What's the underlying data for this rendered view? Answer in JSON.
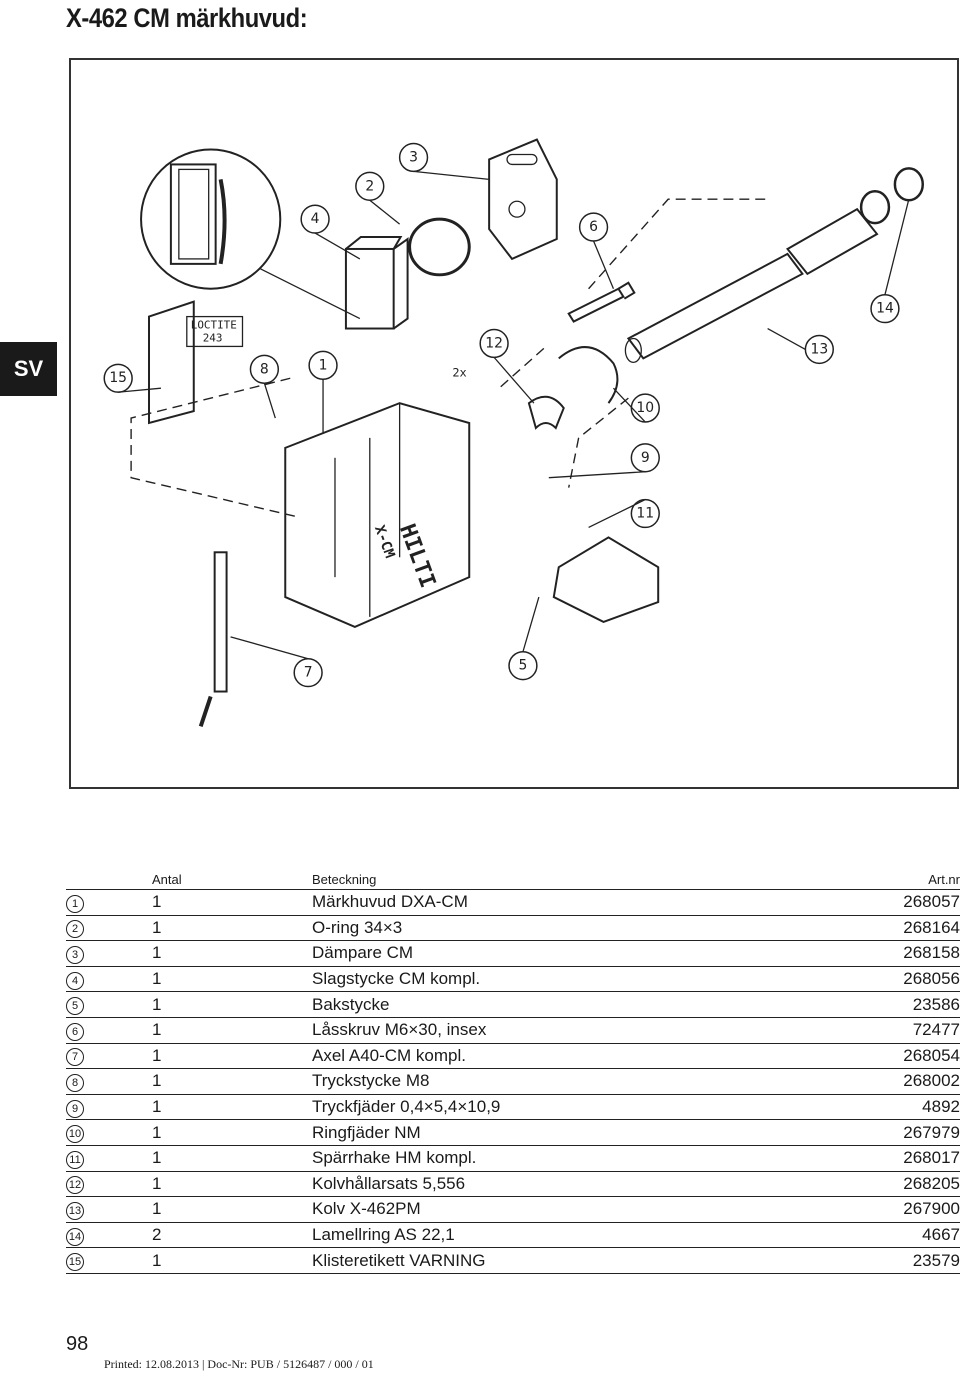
{
  "page": {
    "title": "X-462 CM märkhuvud:",
    "language_tab": "SV",
    "page_number": "98",
    "printed": "Printed: 12.08.2013 | Doc-Nr: PUB / 5126487 / 000 / 01"
  },
  "figure": {
    "loctite_label_line1": "LOCTITE",
    "loctite_label_line2": "243",
    "multiplier_label": "2x",
    "logo_text": "HILTI",
    "model_text": "X-CM",
    "callouts": [
      "1",
      "2",
      "3",
      "4",
      "5",
      "6",
      "7",
      "8",
      "9",
      "10",
      "11",
      "12",
      "13",
      "14",
      "15"
    ]
  },
  "parts_table": {
    "headers": {
      "qty": "Antal",
      "desc": "Beteckning",
      "art": "Art.nr"
    },
    "rows": [
      {
        "num": "1",
        "qty": "1",
        "desc": "Märkhuvud DXA-CM",
        "art": "268057"
      },
      {
        "num": "2",
        "qty": "1",
        "desc": "O-ring 34×3",
        "art": "268164"
      },
      {
        "num": "3",
        "qty": "1",
        "desc": "Dämpare CM",
        "art": "268158"
      },
      {
        "num": "4",
        "qty": "1",
        "desc": "Slagstycke CM kompl.",
        "art": "268056"
      },
      {
        "num": "5",
        "qty": "1",
        "desc": "Bakstycke",
        "art": "23586"
      },
      {
        "num": "6",
        "qty": "1",
        "desc": "Låsskruv M6×30, insex",
        "art": "72477"
      },
      {
        "num": "7",
        "qty": "1",
        "desc": "Axel A40-CM kompl.",
        "art": "268054"
      },
      {
        "num": "8",
        "qty": "1",
        "desc": "Tryckstycke M8",
        "art": "268002"
      },
      {
        "num": "9",
        "qty": "1",
        "desc": "Tryckfjäder 0,4×5,4×10,9",
        "art": "4892"
      },
      {
        "num": "10",
        "qty": "1",
        "desc": "Ringfjäder NM",
        "art": "267979"
      },
      {
        "num": "11",
        "qty": "1",
        "desc": "Spärrhake HM kompl.",
        "art": "268017"
      },
      {
        "num": "12",
        "qty": "1",
        "desc": "Kolvhållarsats 5,556",
        "art": "268205"
      },
      {
        "num": "13",
        "qty": "1",
        "desc": "Kolv X-462PM",
        "art": "267900"
      },
      {
        "num": "14",
        "qty": "2",
        "desc": "Lamellring AS 22,1",
        "art": "4667"
      },
      {
        "num": "15",
        "qty": "1",
        "desc": "Klisteretikett VARNING",
        "art": "23579"
      }
    ]
  }
}
